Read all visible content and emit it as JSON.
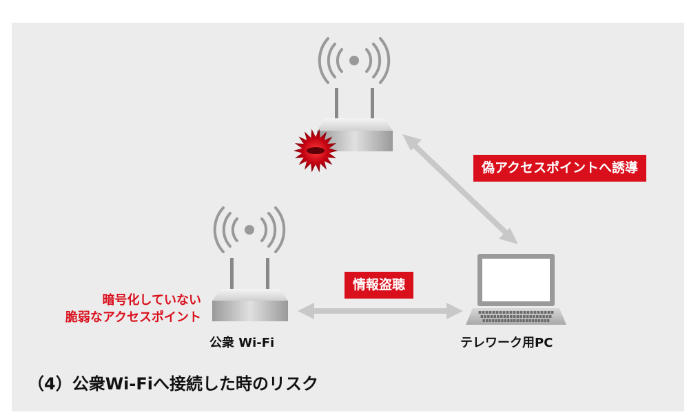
{
  "labels": {
    "fake_ap_guidance": "偽アクセスポイントへ誘導",
    "eavesdrop": "情報盗聴",
    "public_wifi": "公衆 Wi-Fi",
    "telework_pc": "テレワーク用PC",
    "weak_ap_line1": "暗号化していない",
    "weak_ap_line2": "脆弱なアクセスポイント"
  },
  "caption": "（4）公衆Wi-Fiへ接続した時のリスク",
  "icons": {
    "fake_router": "wifi-router-icon",
    "burst": "danger-burst-icon",
    "public_router": "wifi-router-icon",
    "laptop": "laptop-icon",
    "arrow_fake": "double-arrow-icon",
    "arrow_public": "double-arrow-icon"
  },
  "colors": {
    "accent": "#d90f1c",
    "background": "#ececec",
    "arrow": "#c8c8c8"
  }
}
